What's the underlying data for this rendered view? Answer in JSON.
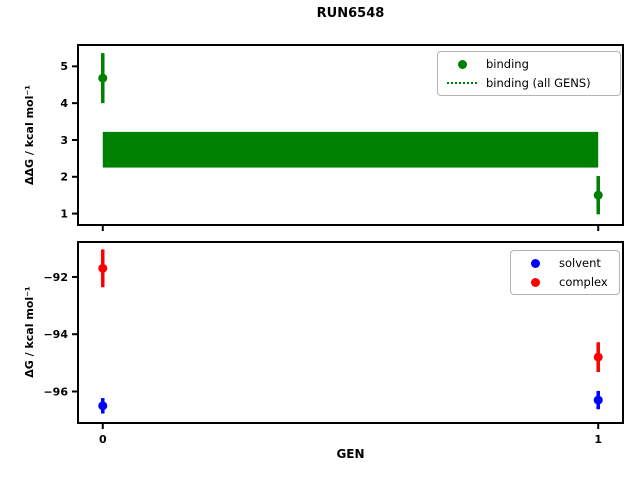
{
  "title": "RUN6548",
  "colors": {
    "binding": "#008000",
    "solvent": "#0000ff",
    "complex": "#ff0000",
    "axes": "#000000",
    "legend_border": "#b3b3b3",
    "background": "#ffffff"
  },
  "chart_data": [
    {
      "type": "scatter",
      "title": "RUN6548",
      "ylabel": "ΔΔG / kcal mol⁻¹",
      "xlabel": "",
      "xlim": [
        -0.05,
        1.05
      ],
      "ylim": [
        0.69,
        5.58
      ],
      "grid": false,
      "legend_loc": "upper right",
      "xticks": [
        {
          "value": 0,
          "label": ""
        },
        {
          "value": 1,
          "label": ""
        }
      ],
      "yticks": [
        {
          "value": 1,
          "label": "1"
        },
        {
          "value": 2,
          "label": "2"
        },
        {
          "value": 3,
          "label": "3"
        },
        {
          "value": 4,
          "label": "4"
        },
        {
          "value": 5,
          "label": "5"
        }
      ],
      "series": [
        {
          "name": "binding",
          "style": "errorbar-scatter",
          "color": "#008000",
          "x": [
            0,
            1
          ],
          "y": [
            4.68,
            1.5
          ],
          "yerr": [
            0.68,
            0.52
          ]
        },
        {
          "name": "binding (all GENS)",
          "style": "band",
          "color": "#008000",
          "line_style": "dotted",
          "x_span": [
            0,
            1
          ],
          "y_center": 2.74,
          "y_low": 2.25,
          "y_high": 3.22
        }
      ]
    },
    {
      "type": "scatter",
      "title": "",
      "ylabel": "ΔG / kcal mol⁻¹",
      "xlabel": "GEN",
      "xlim": [
        -0.05,
        1.05
      ],
      "ylim": [
        -97.1,
        -90.78
      ],
      "grid": false,
      "legend_loc": "upper right",
      "xticks": [
        {
          "value": 0,
          "label": "0"
        },
        {
          "value": 1,
          "label": "1"
        }
      ],
      "yticks": [
        {
          "value": -92,
          "label": "−92"
        },
        {
          "value": -94,
          "label": "−94"
        },
        {
          "value": -96,
          "label": "−96"
        }
      ],
      "series": [
        {
          "name": "solvent",
          "style": "errorbar-scatter",
          "color": "#0000ff",
          "x": [
            0,
            1
          ],
          "y": [
            -96.5,
            -96.3
          ],
          "yerr": [
            0.27,
            0.32
          ]
        },
        {
          "name": "complex",
          "style": "errorbar-scatter",
          "color": "#ff0000",
          "x": [
            0,
            1
          ],
          "y": [
            -91.7,
            -94.8
          ],
          "yerr": [
            0.66,
            0.52
          ]
        }
      ]
    }
  ]
}
